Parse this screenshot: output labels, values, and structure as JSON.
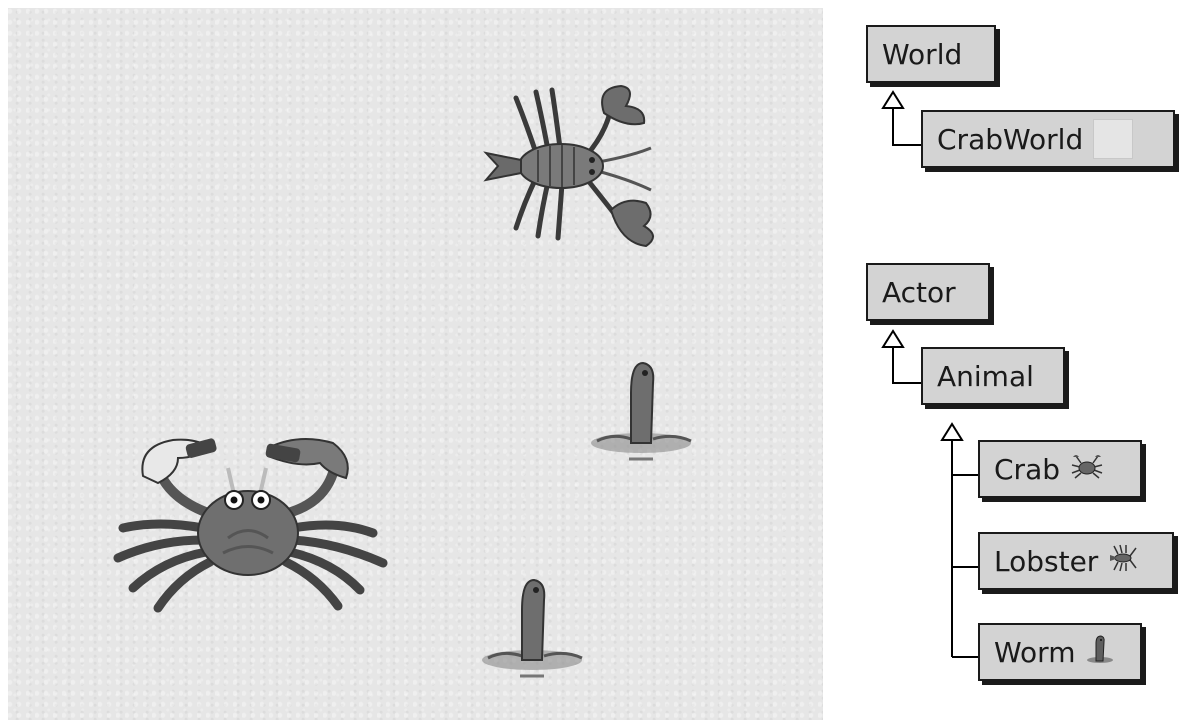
{
  "world_hierarchy": {
    "root": "World",
    "subclass": "CrabWorld"
  },
  "actor_hierarchy": {
    "root": "Actor",
    "subclass": "Animal",
    "leaves": [
      "Crab",
      "Lobster",
      "Worm"
    ]
  },
  "icons": {
    "crabworld_thumb": "texture-thumbnail-icon",
    "crab_thumb": "crab-icon",
    "lobster_thumb": "lobster-icon",
    "worm_thumb": "worm-icon"
  },
  "colors": {
    "box_fill": "#d3d3d3",
    "box_border": "#1a1a1a",
    "world_bg": "#e6e6e6"
  }
}
